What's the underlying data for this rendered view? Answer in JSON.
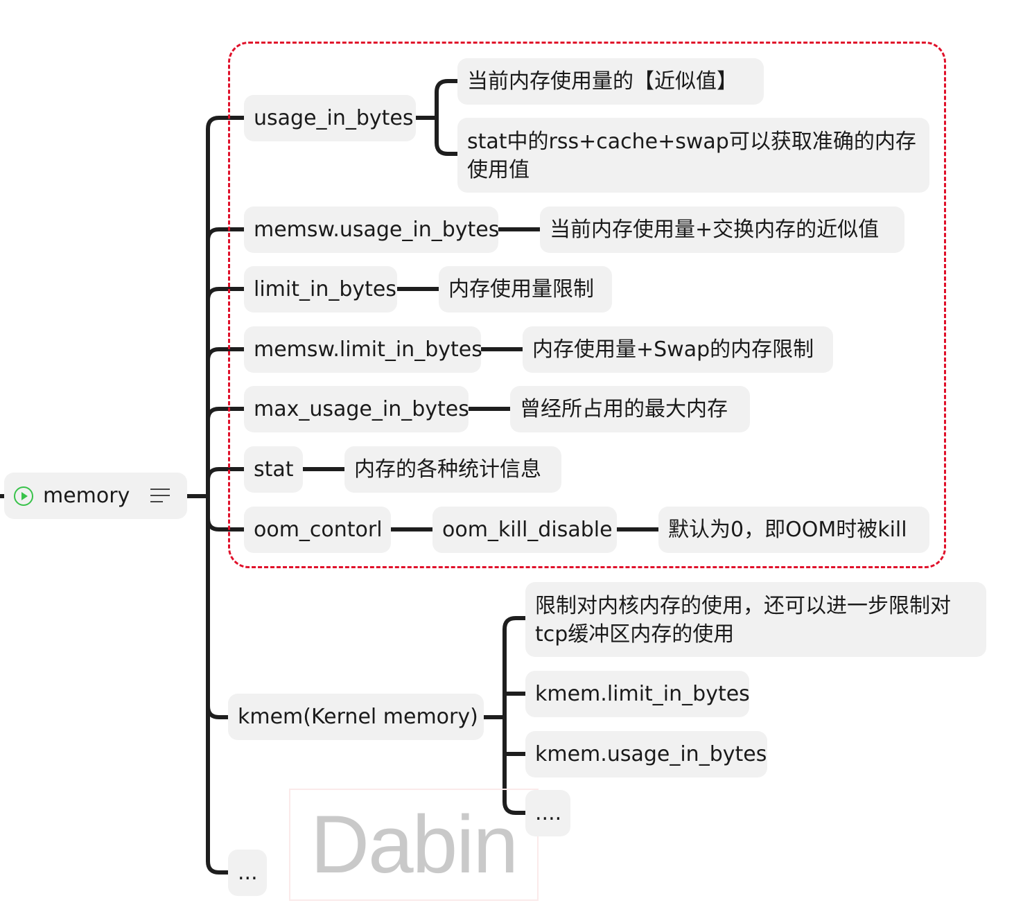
{
  "root": {
    "label": "memory",
    "icon": "play-circle-icon",
    "notes_icon": "notes-icon"
  },
  "nodes": {
    "usage_in_bytes": "usage_in_bytes",
    "usage_desc_1": "当前内存使用量的【近似值】",
    "usage_desc_2": "stat中的rss+cache+swap可以获取准确的内存使用值",
    "memsw_usage": "memsw.usage_in_bytes",
    "memsw_usage_desc": "当前内存使用量+交换内存的近似值",
    "limit": "limit_in_bytes",
    "limit_desc": "内存使用量限制",
    "memsw_limit": "memsw.limit_in_bytes",
    "memsw_limit_desc": "内存使用量+Swap的内存限制",
    "max_usage": "max_usage_in_bytes",
    "max_usage_desc": "曾经所占用的最大内存",
    "stat": "stat",
    "stat_desc": "内存的各种统计信息",
    "oom_control": "oom_contorl",
    "oom_kill_disable": "oom_kill_disable",
    "oom_kill_desc": "默认为0，即OOM时被kill",
    "kmem": "kmem(Kernel memory)",
    "kmem_desc": "限制对内核内存的使用，还可以进一步限制对tcp缓冲区内存的使用",
    "kmem_limit": "kmem.limit_in_bytes",
    "kmem_usage": "kmem.usage_in_bytes",
    "kmem_more": "....",
    "more": "..."
  },
  "watermark": "Dabin",
  "colors": {
    "line": "#1e1e1e",
    "frame": "#e0102a",
    "node_bg": "#f1f1f1",
    "accent": "#38c24a"
  }
}
